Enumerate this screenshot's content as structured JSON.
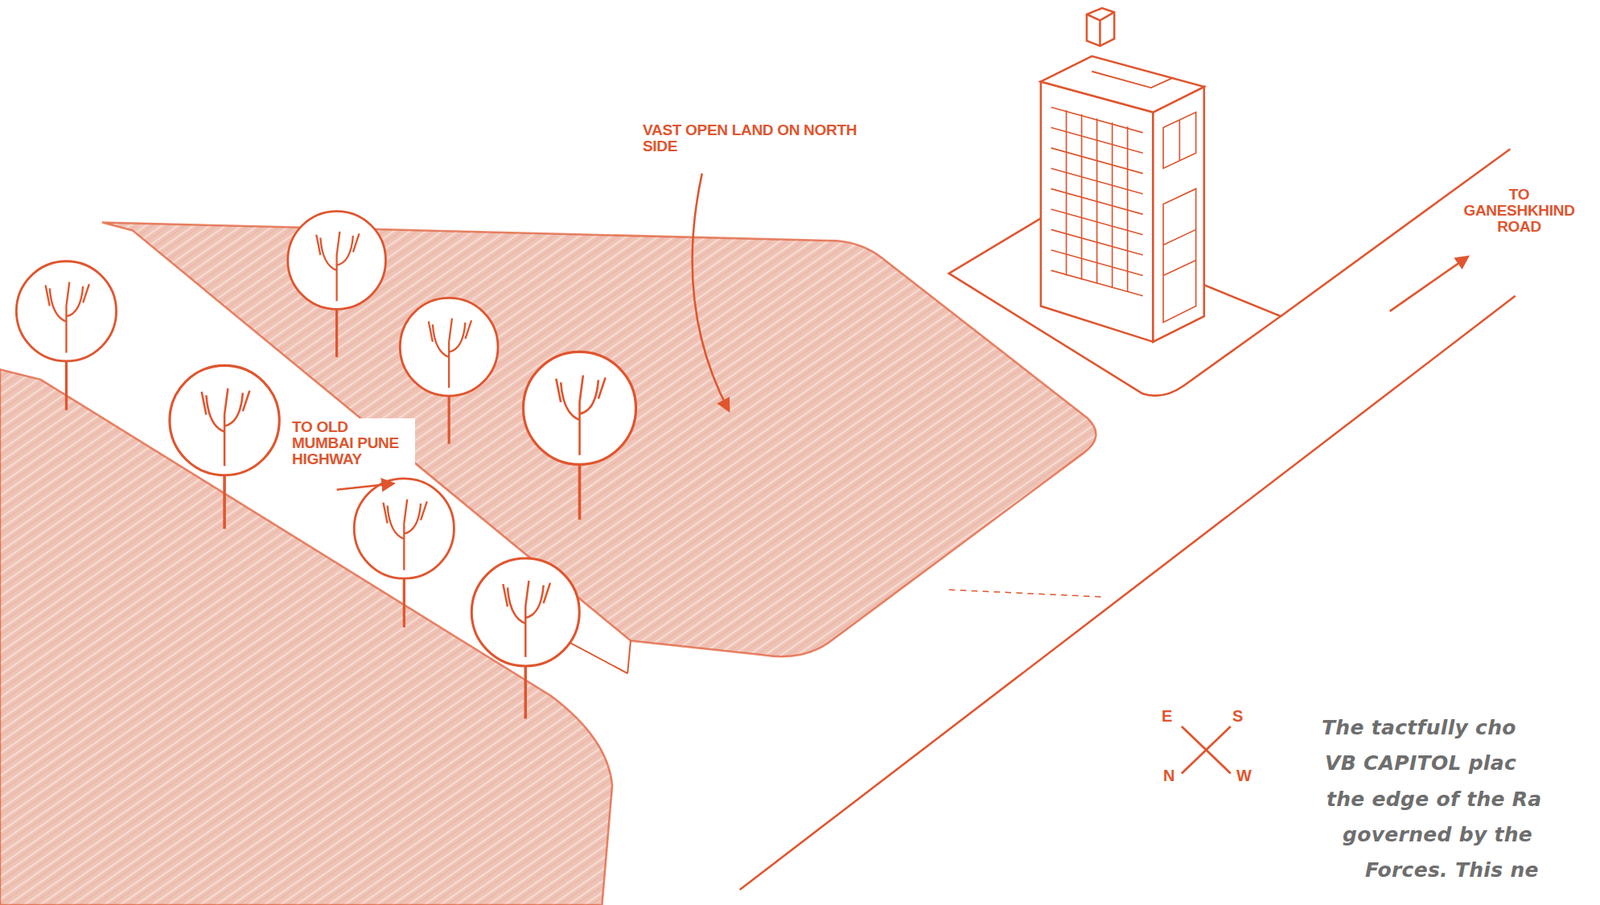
{
  "diagram": {
    "labels": [
      "VAST OPEN LAND ON NORTH SIDE",
      "TO OLD MUMBAI PUNE HIGHWAY",
      "TO GANESHKHIND ROAD",
      "E",
      "S",
      "N",
      "W",
      "The tactfully cho",
      "VB CAPITOL plac",
      "the edge of the Ra",
      "governed by the",
      "Forces. This ne"
    ]
  }
}
